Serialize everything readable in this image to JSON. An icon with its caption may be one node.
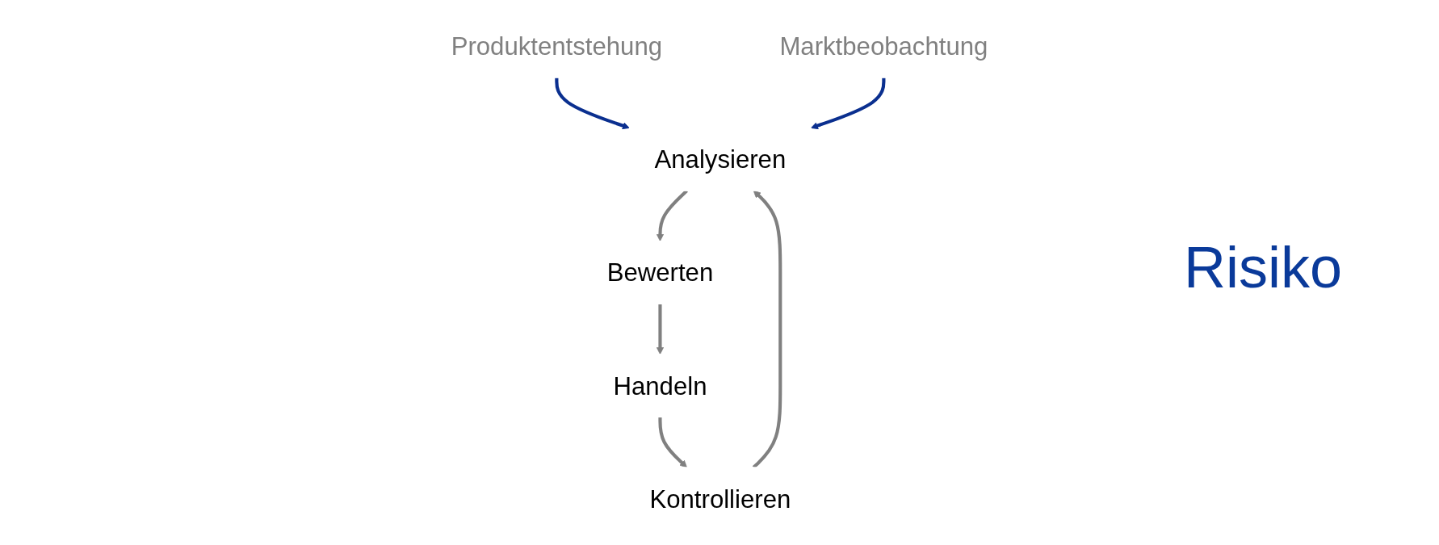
{
  "diagram": {
    "nodes": [
      {
        "text": [
          "Produktentstehung"
        ]
      },
      {
        "text": [
          "Marktbeobachtung"
        ]
      },
      {
        "text": [
          "Analysieren"
        ]
      },
      {
        "text": [
          "Bewerten"
        ]
      },
      {
        "text": [
          "Handeln"
        ]
      },
      {
        "text": [
          "Kontrollieren"
        ]
      }
    ],
    "edges": [
      {
        "from": 0,
        "to": 2,
        "arrow": "to",
        "color": "#0a2f8f"
      },
      {
        "from": 1,
        "to": 2,
        "arrow": "to",
        "color": "#0a2f8f"
      },
      {
        "from": 2,
        "to": 3,
        "arrow": "to"
      },
      {
        "from": 3,
        "to": 4,
        "arrow": "to"
      },
      {
        "from": 4,
        "to": 5,
        "arrow": "to"
      },
      {
        "from": 5,
        "to": 2,
        "arrow": "to"
      }
    ],
    "labels": [
      "Risiko"
    ]
  }
}
